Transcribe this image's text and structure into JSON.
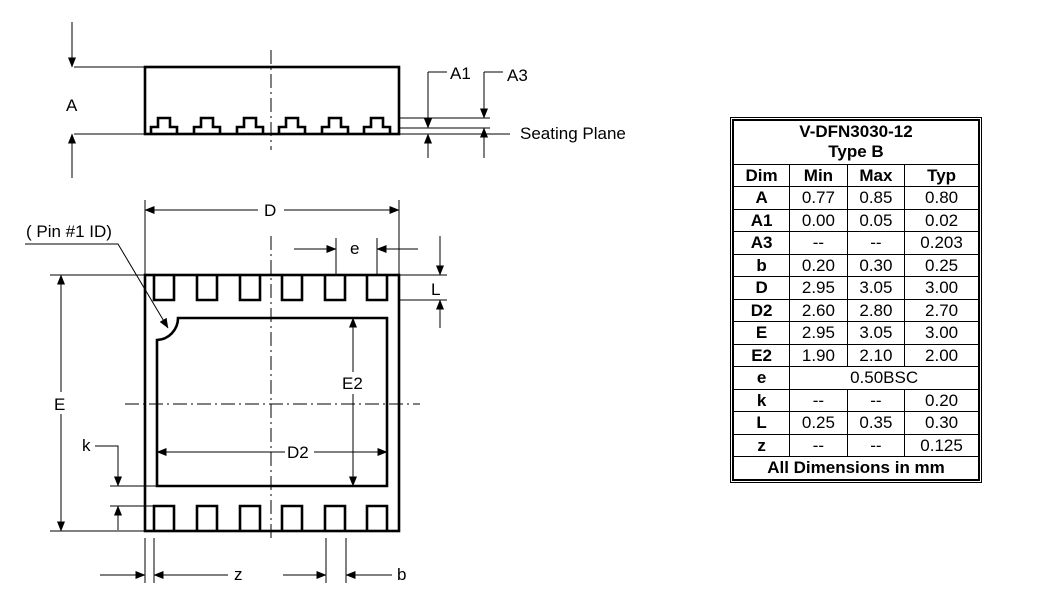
{
  "labels": {
    "A": "A",
    "A1": "A1",
    "A3": "A3",
    "seating": "Seating Plane",
    "D": "D",
    "pin1": "( Pin #1 ID)",
    "e": "e",
    "L": "L",
    "E": "E",
    "E2": "E2",
    "D2": "D2",
    "k": "k",
    "z": "z",
    "b": "b"
  },
  "table": {
    "title1": "V-DFN3030-12",
    "title2": "Type B",
    "headers": [
      "Dim",
      "Min",
      "Max",
      "Typ"
    ],
    "rows": [
      [
        "A",
        "0.77",
        "0.85",
        "0.80"
      ],
      [
        "A1",
        "0.00",
        "0.05",
        "0.02"
      ],
      [
        "A3",
        "--",
        "--",
        "0.203"
      ],
      [
        "b",
        "0.20",
        "0.30",
        "0.25"
      ],
      [
        "D",
        "2.95",
        "3.05",
        "3.00"
      ],
      [
        "D2",
        "2.60",
        "2.80",
        "2.70"
      ],
      [
        "E",
        "2.95",
        "3.05",
        "3.00"
      ],
      [
        "E2",
        "1.90",
        "2.10",
        "2.00"
      ],
      [
        "e",
        "0.50BSC"
      ],
      [
        "k",
        "--",
        "--",
        "0.20"
      ],
      [
        "L",
        "0.25",
        "0.35",
        "0.30"
      ],
      [
        "z",
        "--",
        "--",
        "0.125"
      ]
    ],
    "footer": "All Dimensions in mm"
  }
}
